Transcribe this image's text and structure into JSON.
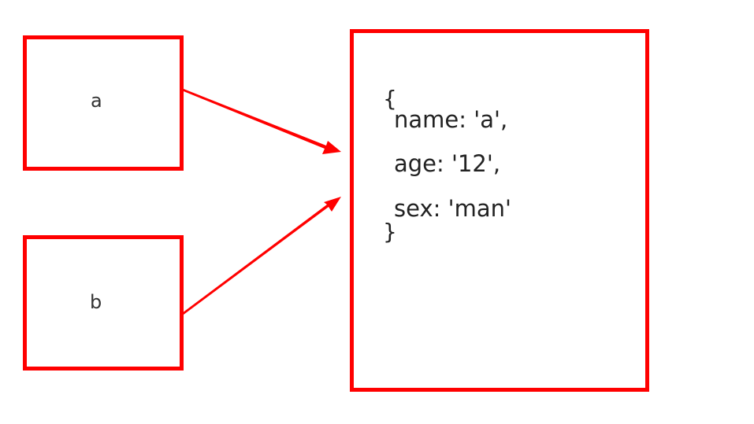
{
  "colors": {
    "box_border": "#ff0000",
    "arrow": "#ff0000",
    "text": "#222222"
  },
  "variables": {
    "a": "a",
    "b": "b"
  },
  "object": {
    "open_brace": "{",
    "close_brace": "}",
    "lines": [
      "name: 'a',",
      "age: '12',",
      "sex: 'man'"
    ]
  }
}
